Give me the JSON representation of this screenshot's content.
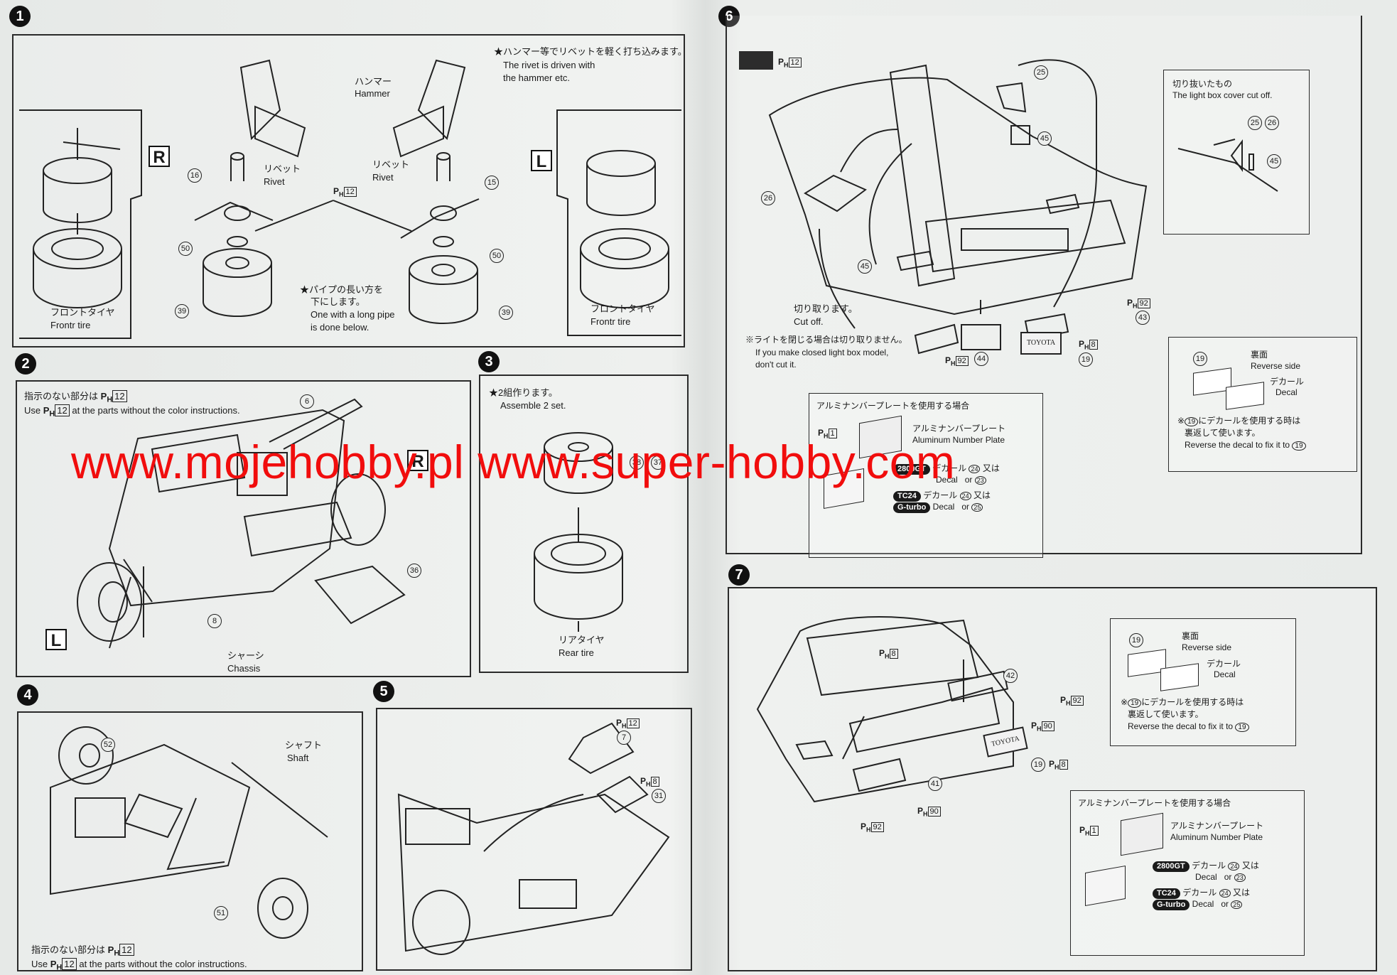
{
  "steps": [
    "1",
    "2",
    "3",
    "4",
    "5",
    "6",
    "7"
  ],
  "step1": {
    "note_jp": "★ハンマー等でリベットを軽く打ち込みます。",
    "note_en_1": "The rivet is driven with",
    "note_en_2": "the hammer etc.",
    "hammer_jp": "ハンマー",
    "hammer_en": "Hammer",
    "rivet_jp": "リベット",
    "rivet_en": "Rivet",
    "pipe_jp_1": "★パイプの長い方を",
    "pipe_jp_2": "下にします。",
    "pipe_en_1": "One with a long pipe",
    "pipe_en_2": "is done below.",
    "front_tire_jp": "フロントタイヤ",
    "front_tire_en": "Frontr tire",
    "box_r": "R",
    "box_l": "L",
    "parts": [
      "16",
      "15",
      "50",
      "50",
      "39",
      "39"
    ],
    "ph": "12"
  },
  "step2": {
    "note_jp": "指示のない部分は",
    "note_en_pre": "Use",
    "note_en_post": "at the parts without the color instructions.",
    "ph": "12",
    "chassis_jp": "シャーシ",
    "chassis_en": "Chassis",
    "parts": [
      "6",
      "8",
      "36"
    ],
    "box_r": "R",
    "box_l": "L"
  },
  "step3": {
    "note_jp": "★2組作ります。",
    "note_en": "Assemble 2 set.",
    "rear_tire_jp": "リアタイヤ",
    "rear_tire_en": "Rear tire",
    "parts": [
      "38",
      "37"
    ]
  },
  "step4": {
    "shaft_jp": "シャフト",
    "shaft_en": "Shaft",
    "parts": [
      "52",
      "51"
    ],
    "note_jp": "指示のない部分は",
    "note_en_pre": "Use",
    "note_en_post": "at the parts without the color instructions.",
    "ph": "12"
  },
  "step5": {
    "parts": [
      "7",
      "31"
    ],
    "ph_top": "12",
    "ph_mid": "8"
  },
  "step6": {
    "ph_swatch": "12",
    "cut_box_jp": "切り抜いたもの",
    "cut_box_en": "The light box cover cut off.",
    "cut_jp": "切り取ります。",
    "cut_en": "Cut off.",
    "closed_jp": "※ライトを閉じる場合は切り取りません。",
    "closed_en_1": "If you make closed light box model,",
    "closed_en_2": "don't cut it.",
    "plate_text": "TOYOTA",
    "parts": [
      "25",
      "45",
      "26",
      "45",
      "25",
      "26",
      "45",
      "43",
      "44",
      "19"
    ],
    "ph_43": "92",
    "ph_44": "92",
    "ph_19": "8",
    "reverse_jp": "裏面",
    "reverse_en": "Reverse side",
    "decal_jp": "デカール",
    "decal_en": "Decal",
    "fix_jp_pre": "※",
    "fix_jp_num": "19",
    "fix_jp_post": "にデカールを使用する時は",
    "fix_jp_2": "裏返して使います。",
    "fix_en": "Reverse the decal to fix it to",
    "alu_title": "アルミナンバープレートを使用する場合",
    "alu_jp": "アルミナンバープレート",
    "alu_en": "Aluminum Number Plate",
    "ph_alu": "1",
    "model_1": "2800GT",
    "model_2": "TC24",
    "model_3": "G-turbo",
    "decal_or_jp": "又は",
    "decal_or_en": "or",
    "decal_nums": [
      "24",
      "23",
      "24",
      "25"
    ]
  },
  "step7": {
    "ph_8": "8",
    "ph_92a": "92",
    "ph_90a": "90",
    "ph_92b": "92",
    "ph_90b": "90",
    "ph_19": "8",
    "parts": [
      "42",
      "41",
      "19"
    ],
    "plate_text": "TOYOTA",
    "reverse_jp": "裏面",
    "reverse_en": "Reverse side",
    "decal_jp": "デカール",
    "decal_en": "Decal",
    "fix_jp_pre": "※",
    "fix_jp_num": "19",
    "fix_jp_post": "にデカールを使用する時は",
    "fix_jp_2": "裏返して使います。",
    "fix_en": "Reverse the decal to fix it to",
    "alu_title": "アルミナンバープレートを使用する場合",
    "alu_jp": "アルミナンバープレート",
    "alu_en": "Aluminum Number Plate",
    "ph_alu": "1",
    "model_1": "2800GT",
    "model_2": "TC24",
    "model_3": "G-turbo",
    "decal_or_jp": "又は",
    "decal_or_en": "or",
    "decal_nums": [
      "24",
      "23",
      "24",
      "25"
    ]
  },
  "watermark": "www.mojehobby.pl www.super-hobby.com",
  "colors": {
    "watermark": "#f10d0d",
    "ink": "#1a1a1a",
    "paper": "#e9ecea"
  }
}
